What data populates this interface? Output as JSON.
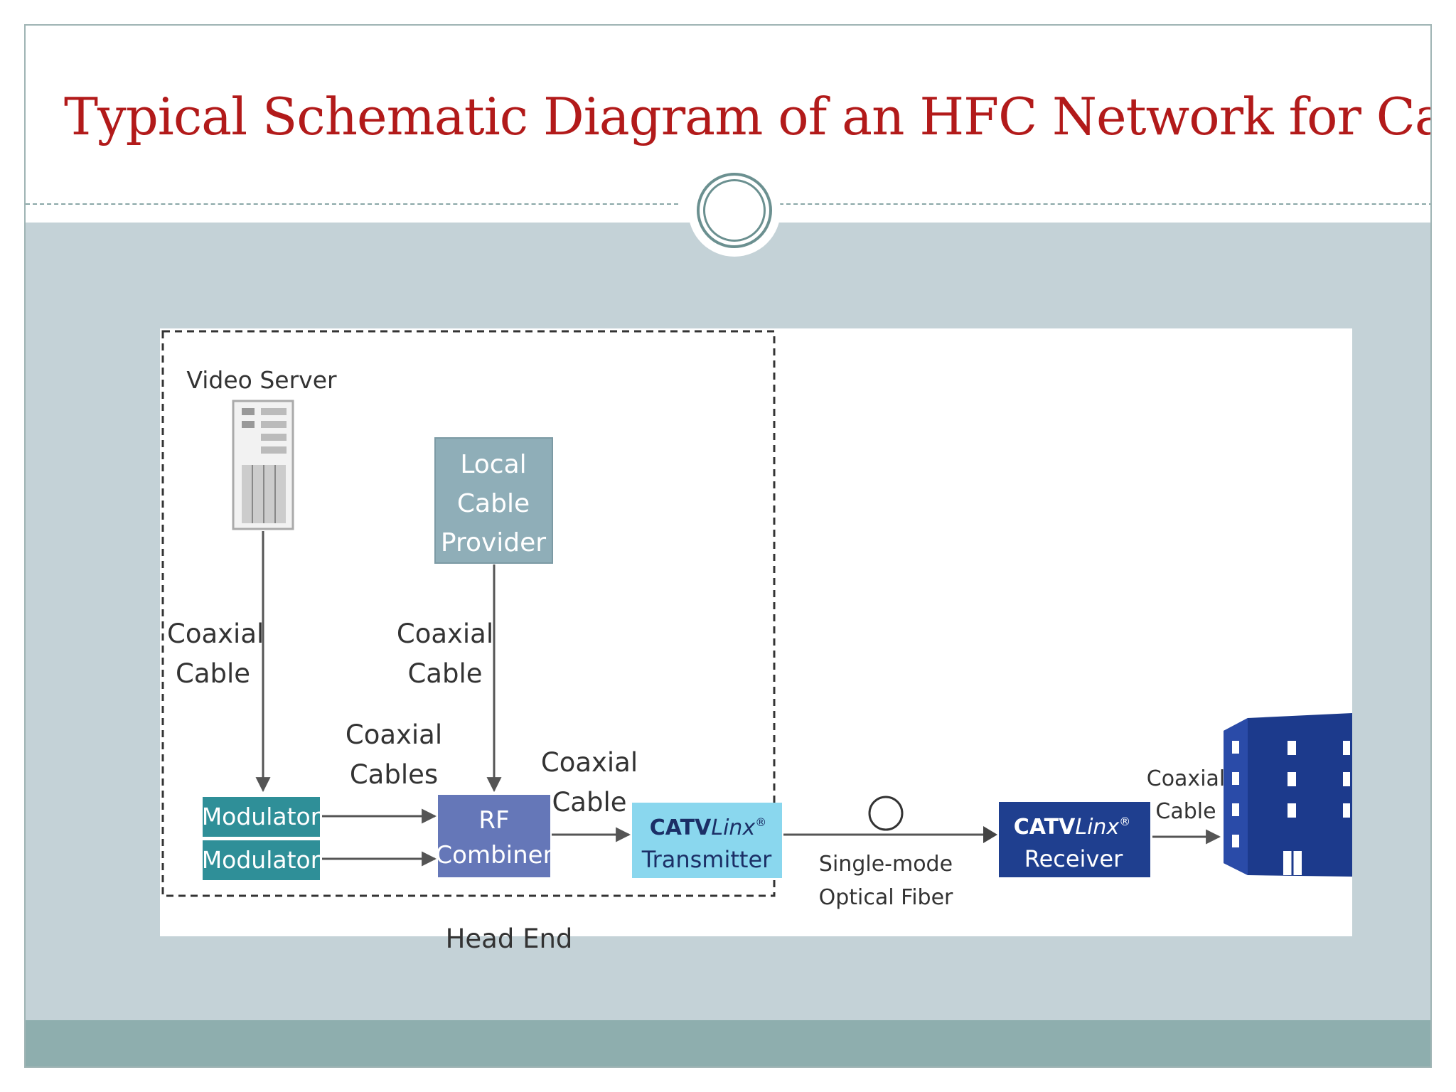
{
  "slide": {
    "title": "Typical Schematic Diagram of an HFC Network for CableTV"
  },
  "diagram": {
    "video_server": "Video Server",
    "coax_left": [
      "Coaxial",
      "Cable"
    ],
    "local_provider": [
      "Local",
      "Cable",
      "Provider"
    ],
    "coax_middle": [
      "Coaxial",
      "Cable"
    ],
    "coax_cables": [
      "Coaxial",
      "Cables"
    ],
    "modulator_1": "Modulator",
    "modulator_2": "Modulator",
    "rf_combiner": [
      "RF",
      "Combiner"
    ],
    "coax_to_tx": [
      "Coaxial",
      "Cable"
    ],
    "tx_brand": "CATV",
    "tx_brand_italic": "Linx",
    "tx_reg": "®",
    "transmitter": "Transmitter",
    "fiber": [
      "Single-mode",
      "Optical Fiber"
    ],
    "rx_brand": "CATV",
    "rx_brand_italic": "Linx",
    "rx_reg": "®",
    "receiver": "Receiver",
    "coax_to_building": [
      "Coaxial",
      "Cable"
    ],
    "head_end": "Head End"
  },
  "colors": {
    "title": "#b21a1a",
    "modulator": "#2f8f98",
    "rf_combiner": "#6577b8",
    "local_provider": "#8faeb8",
    "transmitter": "#8ad7ee",
    "receiver": "#1f3f8f",
    "building": "#1c3a8c"
  }
}
